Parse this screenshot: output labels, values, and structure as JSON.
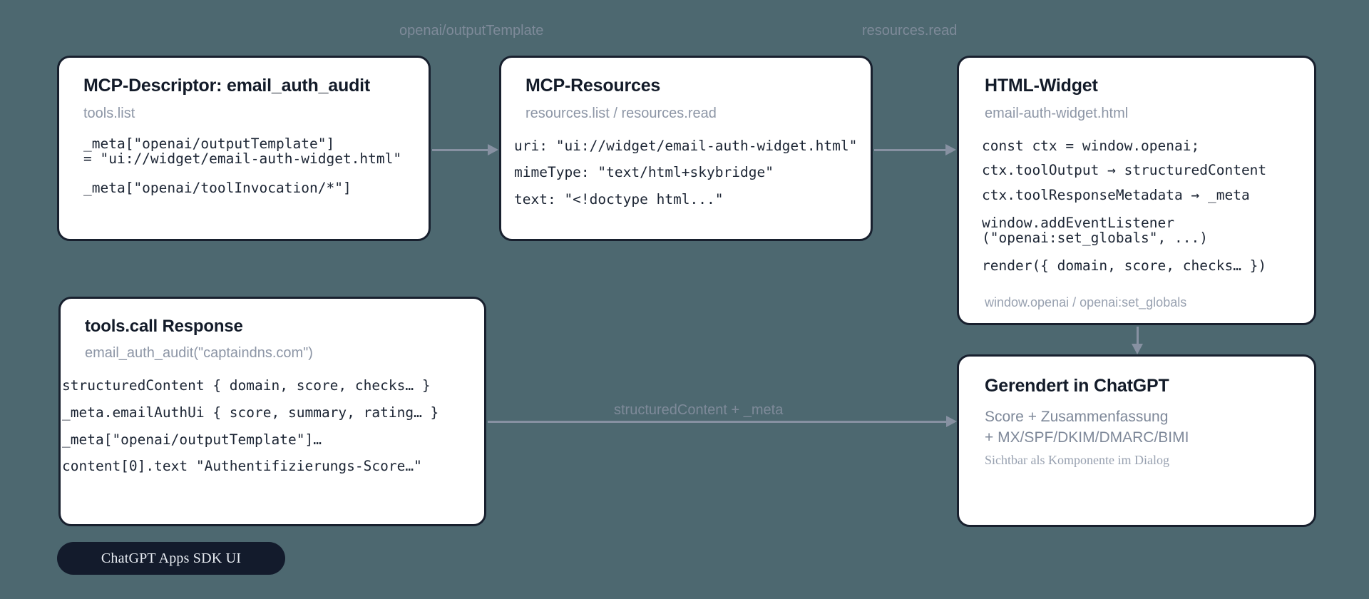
{
  "background_color": "#4d6870",
  "card_border_color": "#18202e",
  "arrow_color": "#8791a2",
  "cards": {
    "descriptor": {
      "title": "MCP-Descriptor: email_auth_audit",
      "subtitle": "tools.list",
      "line1": "_meta[\"openai/outputTemplate\"]",
      "line2": "= \"ui://widget/email-auth-widget.html\"",
      "line3": "_meta[\"openai/toolInvocation/*\"]"
    },
    "resources": {
      "title": "MCP-Resources",
      "subtitle": "resources.list / resources.read",
      "line1": "uri: \"ui://widget/email-auth-widget.html\"",
      "line2": "mimeType: \"text/html+skybridge\"",
      "line3": "text: \"<!doctype html...\""
    },
    "widget": {
      "title": "HTML-Widget",
      "subtitle": "email-auth-widget.html",
      "line1": "const ctx = window.openai;",
      "line2": "ctx.toolOutput → structuredContent",
      "line3": "ctx.toolResponseMetadata → _meta",
      "line4": "window.addEventListener",
      "line5": "(\"openai:set_globals\", ...)",
      "line6": "render({ domain, score, checks… })",
      "footer": "window.openai / openai:set_globals"
    },
    "response": {
      "title": "tools.call Response",
      "subtitle": "email_auth_audit(\"captaindns.com\")",
      "line1": "structuredContent { domain, score, checks… }",
      "line2": "_meta.emailAuthUi { score, summary, rating… }",
      "line3": "_meta[\"openai/outputTemplate\"]…",
      "line4": "content[0].text \"Authentifizierungs-Score…\""
    },
    "rendered": {
      "title": "Gerendert in ChatGPT",
      "line1": "Score + Zusammenfassung",
      "line2": "+ MX/SPF/DKIM/DMARC/BIMI",
      "note": "Sichtbar als Komponente im Dialog"
    }
  },
  "edges": {
    "descriptor_to_resources": "openai/outputTemplate",
    "resources_to_widget": "resources.read",
    "response_to_rendered": "structuredContent + _meta"
  },
  "badge": {
    "label": "ChatGPT Apps SDK UI"
  }
}
